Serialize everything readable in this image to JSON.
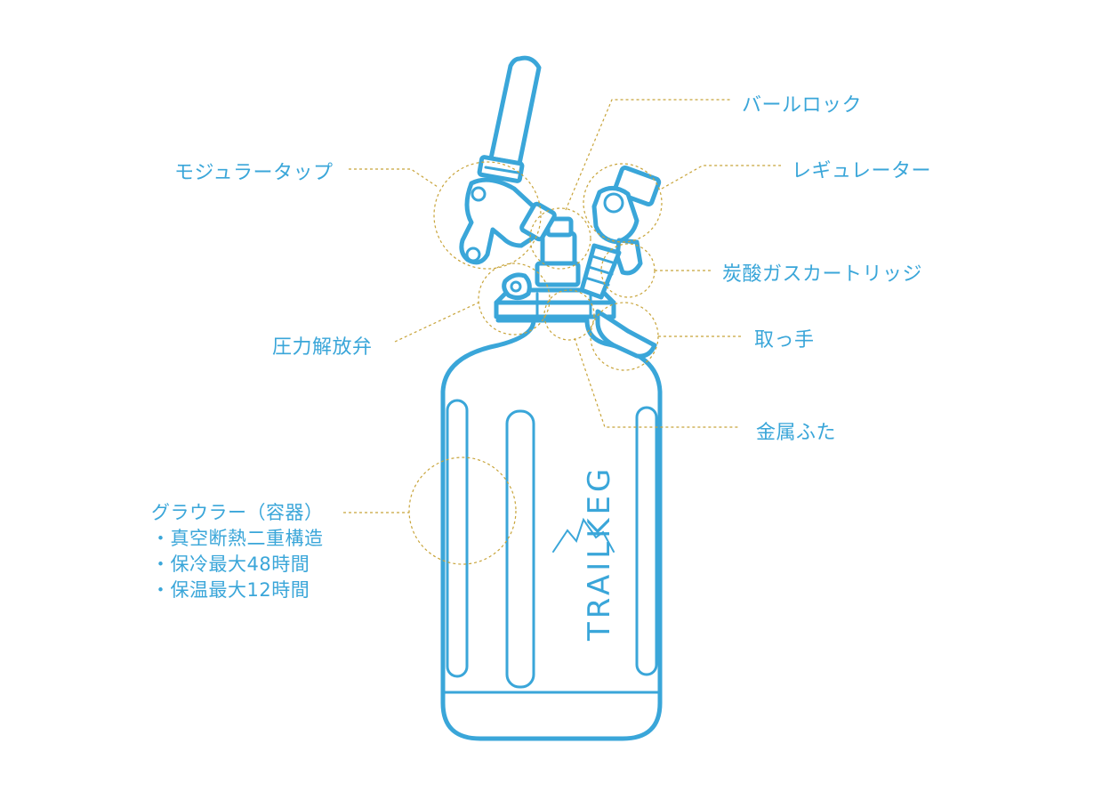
{
  "colors": {
    "line": "#3aa6d9",
    "leader": "#c8a43a",
    "background": "#ffffff"
  },
  "brand": "TRAILKEG",
  "labels": {
    "ball_lock": "バールロック",
    "modular_tap": "モジュラータップ",
    "regulator": "レギュレーター",
    "co2_cartridge": "炭酸ガスカートリッジ",
    "handle": "取っ手",
    "pressure_valve": "圧力解放弁",
    "metal_lid": "金属ふた"
  },
  "growler": {
    "title": "グラウラー（容器）",
    "features": [
      "真空断熱二重構造",
      "保冷最大48時間",
      "保温最大12時間"
    ]
  }
}
